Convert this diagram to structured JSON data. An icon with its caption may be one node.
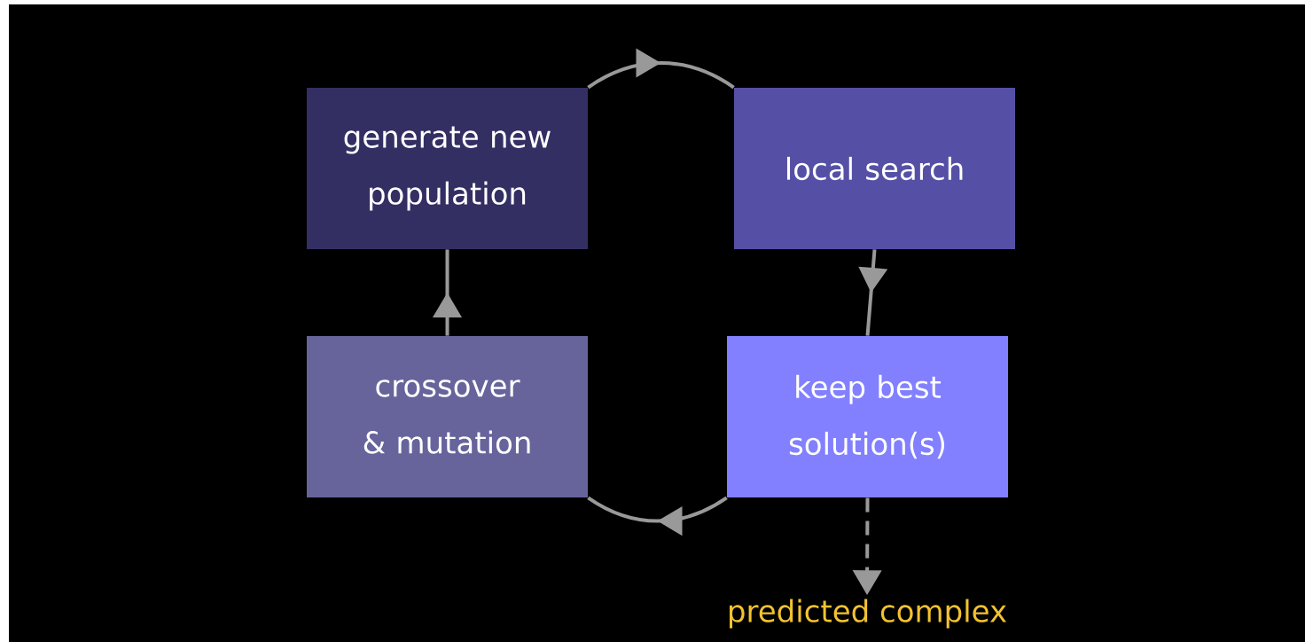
{
  "diagram": {
    "nodes": [
      {
        "text": [
          "generate new population"
        ]
      },
      {
        "text": [
          "local search"
        ]
      },
      {
        "text": [
          "keep best solution(s)"
        ]
      },
      {
        "text": [
          "crossover & mutation"
        ]
      },
      {
        "text": [
          "predicted complex"
        ]
      }
    ],
    "edges": [
      {
        "from": 0,
        "to": 1,
        "arrow": "to"
      },
      {
        "from": 1,
        "to": 2,
        "arrow": "to"
      },
      {
        "from": 2,
        "to": 3,
        "arrow": "to"
      },
      {
        "from": 3,
        "to": 0,
        "arrow": "to"
      },
      {
        "from": 2,
        "to": 4,
        "arrow": "to",
        "style": "dashed"
      }
    ]
  }
}
